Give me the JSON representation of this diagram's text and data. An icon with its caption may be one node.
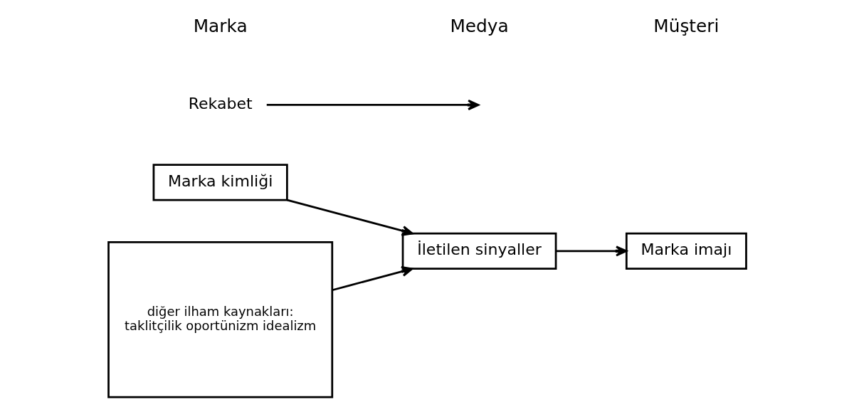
{
  "diagram": {
    "nodes": [
      {
        "text": [
          "Marka kimliği"
        ]
      },
      {
        "text": [
          "diğer ilham kaynakları:",
          "taklitçilik oportünizm idealizm"
        ]
      },
      {
        "text": [
          "İletilen sinyaller"
        ]
      },
      {
        "text": [
          "Marka imajı"
        ]
      },
      {
        "text": [
          "Rekabet"
        ]
      }
    ],
    "edges": [
      {
        "from": 0,
        "to": 2,
        "arrow": "to"
      },
      {
        "from": 1,
        "to": 2,
        "arrow": "to"
      },
      {
        "from": 2,
        "to": 3,
        "arrow": "to"
      },
      {
        "from": 4,
        "to": null,
        "arrow": "to"
      }
    ],
    "labels": [
      "Marka",
      "Medya",
      "Müşteri"
    ]
  }
}
